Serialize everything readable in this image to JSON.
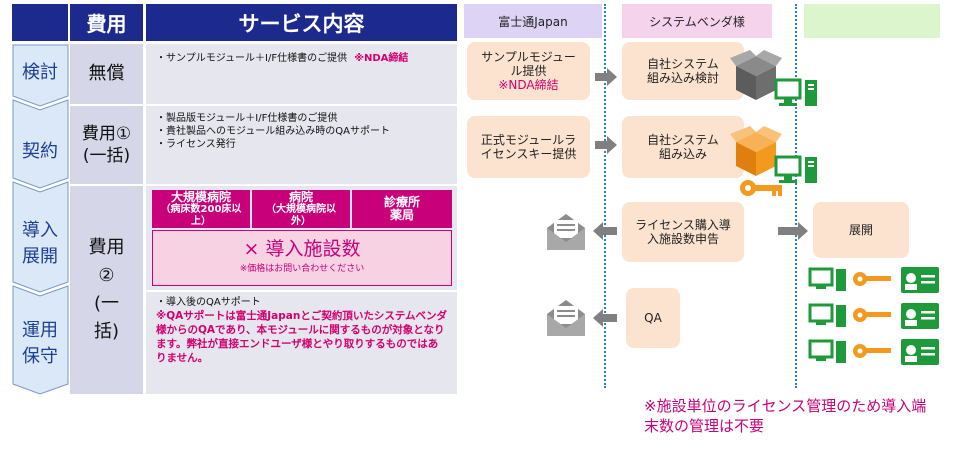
{
  "table": {
    "header_cost": "費用",
    "header_service": "サービス内容",
    "rows": [
      {
        "stage": "検討",
        "cost": "無償",
        "service_text": "・サンプルモジュール＋I/F仕様書のご提供",
        "service_note": "※NDA締結"
      },
      {
        "stage": "契約",
        "cost": "費用①(一括)",
        "service_lines": [
          "・製品版モジュール＋I/F仕様書のご提供",
          "・貴社製品へのモジュール組み込み時のQAサポート",
          "・ライセンス発行"
        ]
      },
      {
        "stage": "導入展開",
        "cost": "費用②(一括)"
      },
      {
        "stage": "運用保守",
        "service_line": "・導入後のQAサポート",
        "service_note": "※QAサポートは富士通Japanとご契約頂いたシステムベンダ様からのQAであり、本モジュールに関するものが対象となります。弊社が直接エンドユーザ様とやり取りするものではありません。"
      }
    ],
    "price_table": {
      "headers": [
        {
          "title": "大規模病院",
          "sub": "（病床数200床以上）"
        },
        {
          "title": "病院",
          "sub": "（大規模病院以外）"
        },
        {
          "title": "診療所",
          "sub": "薬局"
        }
      ],
      "multiplier": "× 導入施設数",
      "price_note": "※価格はお問い合わせください"
    }
  },
  "diagram": {
    "lanes": [
      "富士通Japan",
      "システムベンダ様",
      ""
    ],
    "boxes": {
      "sample": "サンプルモジュール提供",
      "sample_note": "※NDA締結",
      "vendor_eval": "自社システム組み込み検討",
      "official": "正式モジュールライセンスキー提供",
      "vendor_integrate": "自社システム組み込み",
      "license_purchase": "ライセンス購入導入施設数申告",
      "deploy": "展開",
      "qa": "QA"
    },
    "footnote": "※施設単位のライセンス管理のため導入端末数の管理は不要",
    "colors": {
      "accent": "#c8007a",
      "header": "#1b2a8c",
      "box": "#fbe3cf",
      "lane_fujitsu": "#dcd3f5",
      "lane_vendor": "#f6d3ec",
      "lane_user": "#dcf5cc",
      "icon_green": "#1f9a3a",
      "icon_orange": "#f39a1e"
    }
  }
}
